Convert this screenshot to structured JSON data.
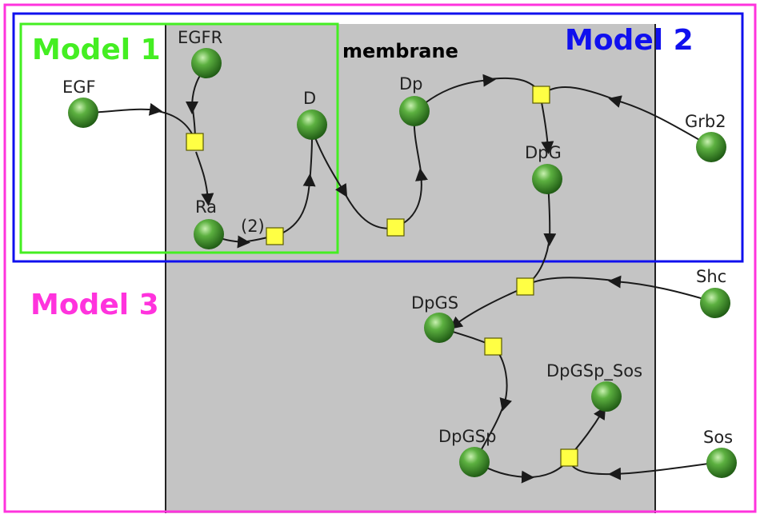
{
  "compartment": {
    "label": "membrane"
  },
  "models": [
    {
      "id": "m1",
      "label": "Model 1",
      "color": "#44ee22"
    },
    {
      "id": "m2",
      "label": "Model 2",
      "color": "#1010ee"
    },
    {
      "id": "m3",
      "label": "Model 3",
      "color": "#ff33dd"
    }
  ],
  "species": [
    {
      "id": "EGF",
      "label": "EGF"
    },
    {
      "id": "EGFR",
      "label": "EGFR"
    },
    {
      "id": "Ra",
      "label": "Ra"
    },
    {
      "id": "D",
      "label": "D"
    },
    {
      "id": "Dp",
      "label": "Dp"
    },
    {
      "id": "DpG",
      "label": "DpG"
    },
    {
      "id": "Grb2",
      "label": "Grb2"
    },
    {
      "id": "DpGS",
      "label": "DpGS"
    },
    {
      "id": "Shc",
      "label": "Shc"
    },
    {
      "id": "DpGSp",
      "label": "DpGSp"
    },
    {
      "id": "DpGSp_Sos",
      "label": "DpGSp_Sos"
    },
    {
      "id": "Sos",
      "label": "Sos"
    }
  ],
  "stoichiometry_label": "(2)"
}
